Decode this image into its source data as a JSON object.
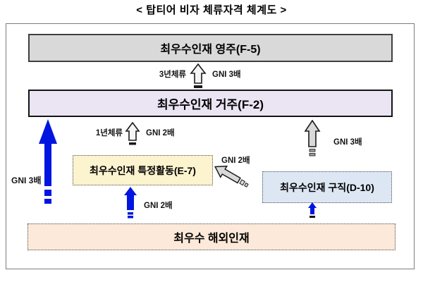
{
  "title": "< 탑티어 비자 체류자격 체계도 >",
  "nodes": {
    "f5": {
      "label": "최우수인재 영주(F-5)"
    },
    "f2": {
      "label": "최우수인재 거주(F-2)"
    },
    "e7": {
      "label": "최우수인재 특정활동(E-7)"
    },
    "d10": {
      "label": "최우수인재 구직(D-10)"
    },
    "base": {
      "label": "최우수 해외인재"
    }
  },
  "edges": {
    "f2_to_f5": {
      "stay_label": "3년체류",
      "gni_label": "GNI 3배"
    },
    "e7_to_f2": {
      "stay_label": "1년체류",
      "gni_label": "GNI 2배"
    },
    "base_to_f2": {
      "gni_label": "GNI 3배"
    },
    "d10_to_f2": {
      "gni_label": "GNI 3배"
    },
    "d10_to_e7": {
      "gni_label": "GNI 2배"
    },
    "base_to_e7": {
      "gni_label": "GNI 2배"
    },
    "base_to_d10": {}
  },
  "colors": {
    "arrow_blue": "#0016e0",
    "arrow_gray_fill": "#d9d9d9",
    "arrow_white_fill": "#f5f5f5",
    "f5_fill": "#d9d9d9",
    "f2_fill": "#eae4f3",
    "e7_fill": "#fcf3cf",
    "d10_fill": "#dde7f3",
    "base_fill": "#fce9d9"
  }
}
